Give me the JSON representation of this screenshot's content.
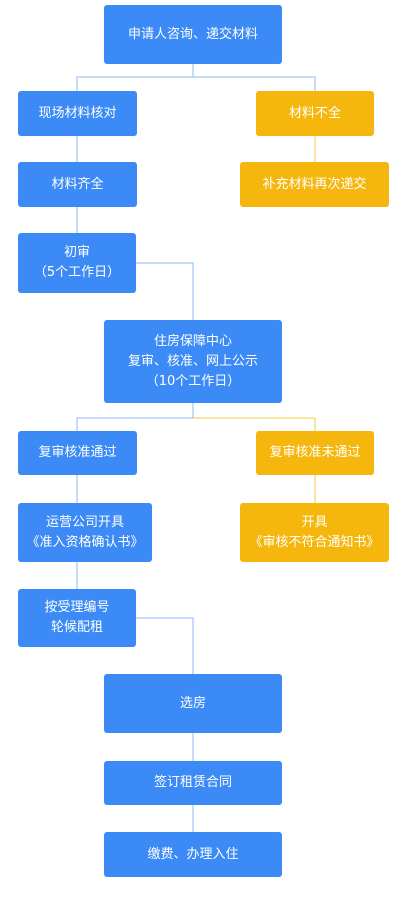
{
  "colors": {
    "blue": "#3c8af5",
    "orange": "#f5b70d",
    "line_blue": "#8cb8f4",
    "line_orange": "#f5c94a"
  },
  "nodes": {
    "apply": {
      "lines": [
        "申请人咨询、递交材料"
      ],
      "color": "blue"
    },
    "check": {
      "lines": [
        "现场材料核对"
      ],
      "color": "blue"
    },
    "incomplete": {
      "lines": [
        "材料不全"
      ],
      "color": "orange"
    },
    "complete": {
      "lines": [
        "材料齐全"
      ],
      "color": "blue"
    },
    "resubmit": {
      "lines": [
        "补充材料再次递交"
      ],
      "color": "orange"
    },
    "first_review": {
      "lines": [
        "初审",
        "（5个工作日）"
      ],
      "color": "blue"
    },
    "center": {
      "lines": [
        "住房保障中心",
        "复审、核准、网上公示",
        "（10个工作日）"
      ],
      "color": "blue"
    },
    "pass": {
      "lines": [
        "复审核准通过"
      ],
      "color": "blue"
    },
    "fail": {
      "lines": [
        "复审核准未通过"
      ],
      "color": "orange"
    },
    "issue_cert": {
      "lines": [
        "运营公司开具",
        "《准入资格确认书》"
      ],
      "color": "blue"
    },
    "issue_notice": {
      "lines": [
        "开具",
        "《审核不符合通知书》"
      ],
      "color": "orange"
    },
    "queue": {
      "lines": [
        "按受理编号",
        "轮候配租"
      ],
      "color": "blue"
    },
    "choose": {
      "lines": [
        "选房"
      ],
      "color": "blue"
    },
    "sign": {
      "lines": [
        "签订租赁合同"
      ],
      "color": "blue"
    },
    "move_in": {
      "lines": [
        "缴费、办理入住"
      ],
      "color": "blue"
    }
  }
}
